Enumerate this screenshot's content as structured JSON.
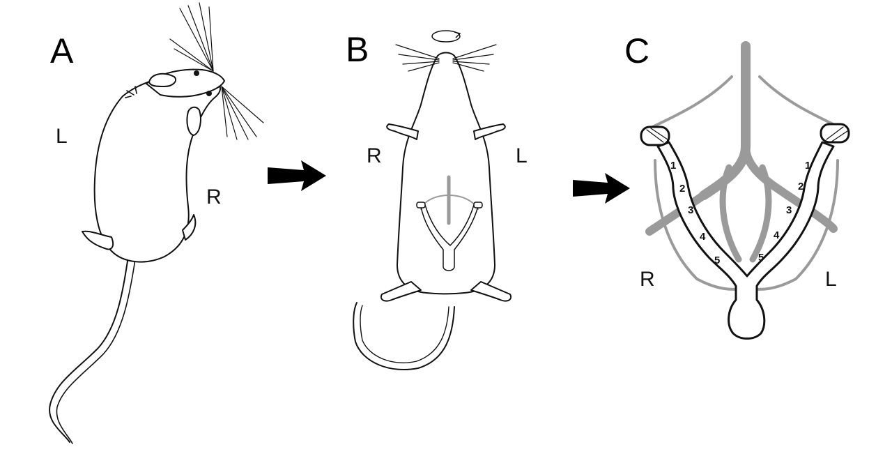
{
  "panels": {
    "a": {
      "letter": "A",
      "left_label": "L",
      "right_label": "R"
    },
    "b": {
      "letter": "B",
      "left_label": "R",
      "right_label": "L"
    },
    "c": {
      "letter": "C",
      "left_label": "R",
      "right_label": "L",
      "right_horn_numbers": [
        "1",
        "2",
        "3",
        "4",
        "5"
      ],
      "left_horn_numbers": [
        "1",
        "2",
        "3",
        "4",
        "5"
      ]
    }
  },
  "colors": {
    "line": "#111111",
    "vessel": "#9a9a9a",
    "background": "#ffffff"
  },
  "icons": {
    "arrow_1": "arrow-right-icon",
    "arrow_2": "arrow-right-icon",
    "rotation": "rotation-arrow-icon"
  }
}
